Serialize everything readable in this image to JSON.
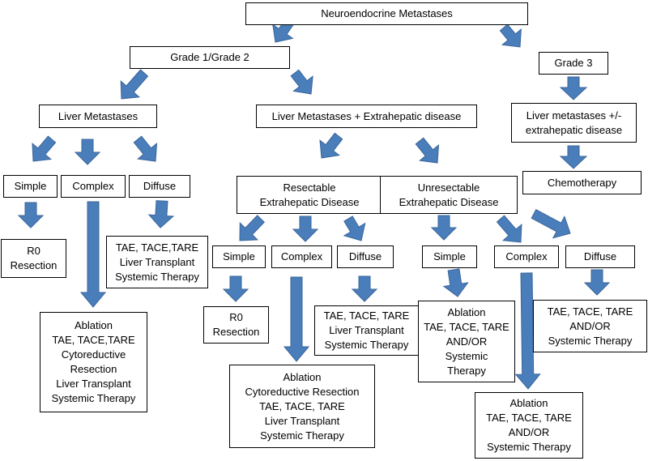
{
  "diagram": {
    "title": "Neuroendocrine Metastases",
    "colors": {
      "arrow": "#4a7ebb",
      "arrow_stroke": "#3a659a",
      "box_border": "#000000"
    },
    "nodes": {
      "root": "Neuroendocrine Metastases",
      "grade12": "Grade 1/Grade 2",
      "grade3": "Grade 3",
      "liver_mets": "Liver Metastases",
      "liver_extra": "Liver Metastases + Extrahepatic disease",
      "g3_liver": "Liver metastases +/-\nextrahepatic disease",
      "g3_chemo": "Chemotherapy",
      "lm_simple": "Simple",
      "lm_complex": "Complex",
      "lm_diffuse": "Diffuse",
      "lm_simple_tx": "R0\nResection",
      "lm_diffuse_tx": "TAE, TACE,TARE\nLiver Transplant\nSystemic Therapy",
      "lm_complex_tx": "Ablation\nTAE, TACE,TARE\nCytoreductive\nResection\nLiver Transplant\nSystemic Therapy",
      "resectable": "Resectable\nExtrahepatic Disease",
      "unresectable": "Unresectable\nExtrahepatic Disease",
      "r_simple": "Simple",
      "r_complex": "Complex",
      "r_diffuse": "Diffuse",
      "r_simple_tx": "R0\nResection",
      "r_diffuse_tx": "TAE, TACE, TARE\nLiver Transplant\nSystemic Therapy",
      "r_complex_tx": "Ablation\nCytoreductive Resection\nTAE, TACE, TARE\nLiver Transplant\nSystemic Therapy",
      "u_simple": "Simple",
      "u_complex": "Complex",
      "u_diffuse": "Diffuse",
      "u_simple_tx": "Ablation\nTAE, TACE, TARE\nAND/OR\nSystemic\nTherapy",
      "u_diffuse_tx": "TAE, TACE, TARE\nAND/OR\nSystemic Therapy",
      "u_complex_tx": "Ablation\nTAE, TACE, TARE\nAND/OR\nSystemic Therapy"
    }
  }
}
